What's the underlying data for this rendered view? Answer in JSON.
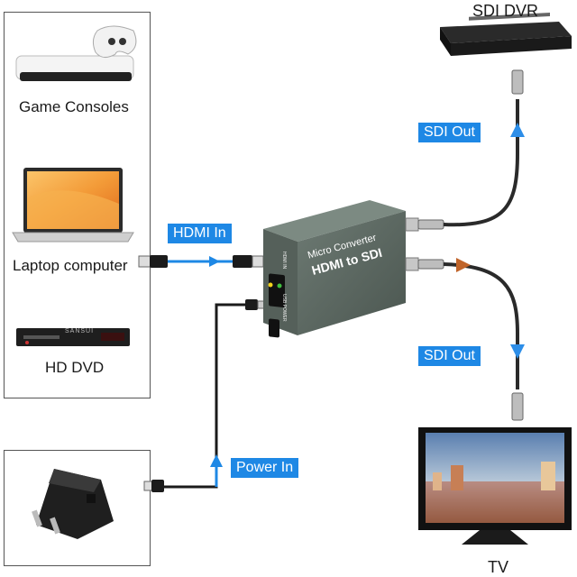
{
  "sources": {
    "game_consoles": "Game Consoles",
    "laptop": "Laptop computer",
    "hd_dvd": "HD DVD"
  },
  "connections": {
    "hdmi_in": "HDMI In",
    "sdi_out_top": "SDI Out",
    "sdi_out_bottom": "SDI Out",
    "power_in": "Power In"
  },
  "devices": {
    "sdi_dvr": "SDI DVR",
    "tv": "TV"
  },
  "converter": {
    "line1": "Micro Converter",
    "line2": "HDMI to SDI",
    "port_hdmi": "HDMI IN",
    "port_usb": "USB POWER"
  },
  "dvd_brand": "SANSUI",
  "colors": {
    "tag_blue": "#1e88e5",
    "arrow_blue": "#2d8ee8",
    "arrow_orange": "#c0642a",
    "converter_body": "#5a6660"
  }
}
